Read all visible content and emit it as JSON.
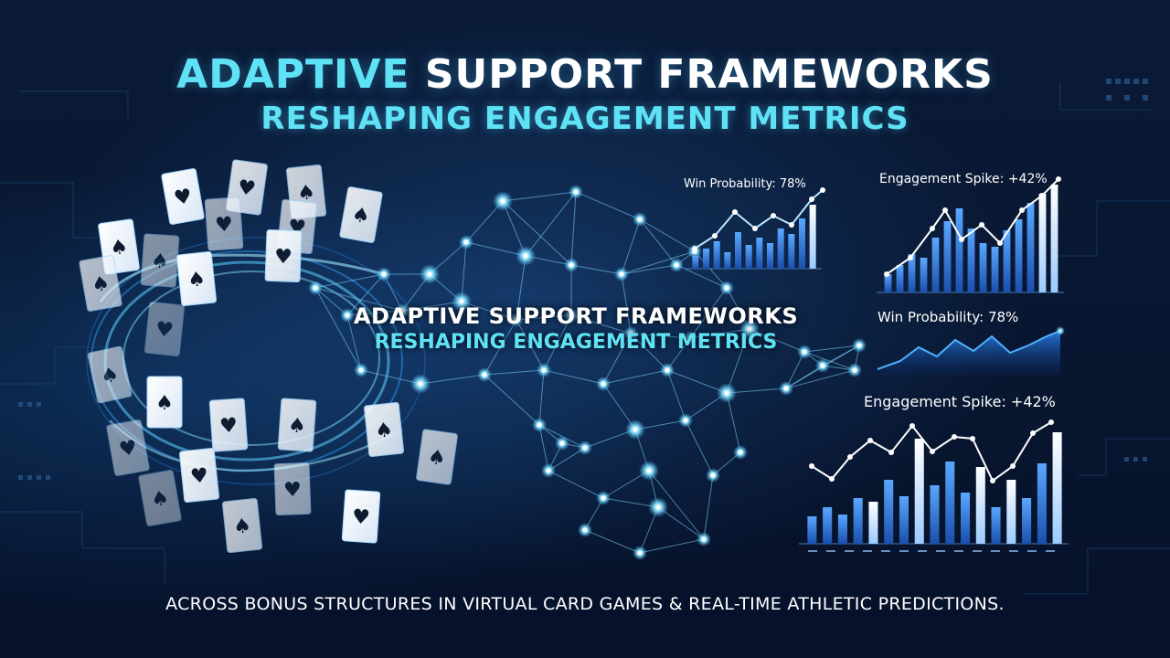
{
  "header": {
    "title_accent": "ADAPTIVE",
    "title_rest": " SUPPORT FRAMEWORKS",
    "subtitle": "RESHAPING ENGAGEMENT METRICS"
  },
  "center": {
    "title": "ADAPTIVE SUPPORT FRAMEWORKS",
    "subtitle": "RESHAPING ENGAGEMENT METRICS"
  },
  "panels": {
    "win_probability_1": "Win Probability: 78%",
    "engagement_spike_1": "Engagement Spike: +42%",
    "win_probability_2": "Win Probability: 78%",
    "engagement_spike_2": "Engagement Spike: +42%"
  },
  "footer": {
    "text": "ACROSS BONUS STRUCTURES IN VIRTUAL CARD GAMES & REAL-TIME ATHLETIC PREDICTIONS."
  },
  "colors": {
    "background": "#07142b",
    "accent_cyan": "#5fe2f5",
    "bar_blue": "#2f7fe0",
    "bar_light": "#cfe6ff"
  },
  "icons": {
    "card_suits": [
      "spade",
      "heart"
    ]
  }
}
